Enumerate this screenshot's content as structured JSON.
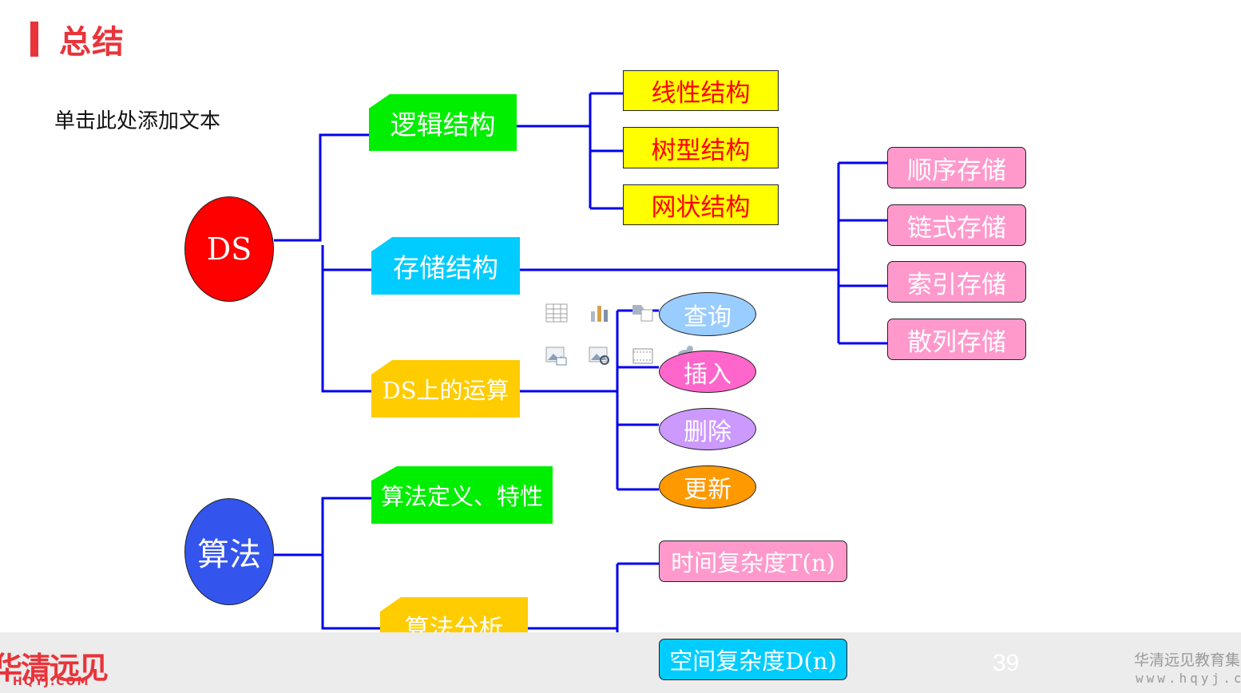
{
  "header": {
    "title": "总结"
  },
  "placeholder_text": "单击此处添加文本",
  "diagram": {
    "ds": {
      "label": "DS"
    },
    "logic": {
      "label": "逻辑结构",
      "children": [
        "线性结构",
        "树型结构",
        "网状结构"
      ]
    },
    "storage": {
      "label": "存储结构",
      "children": [
        "顺序存储",
        "链式存储",
        "索引存储",
        "散列存储"
      ]
    },
    "ops": {
      "label": "DS上的运算",
      "children": [
        "查询",
        "插入",
        "删除",
        "更新"
      ]
    },
    "algo": {
      "label": "算法"
    },
    "algo_def": {
      "label": "算法定义、特性"
    },
    "algo_analysis": {
      "label": "算法分析",
      "children": [
        "时间复杂度T(n)",
        "空间复杂度D(n)"
      ]
    }
  },
  "colors": {
    "connector": "#0000ee",
    "ds_fill": "#ff0000",
    "algo_fill": "#3355ee",
    "green": "#00ee00",
    "cyan": "#00ccff",
    "gold": "#ffcc00",
    "yellow": "#ffff00",
    "pink": "#ff99cc",
    "query": "#99ccff",
    "insert": "#ff66cc",
    "delete": "#cc99ff",
    "update": "#ff9900"
  },
  "placeholder_icons": [
    "table-icon",
    "chart-icon",
    "smartart-icon",
    "picture-icon",
    "online-picture-icon",
    "video-icon",
    "icon-insert-icon"
  ],
  "footer": {
    "logo": "华清远见",
    "logo_sub": "HQYJ.COM",
    "page_number": "39",
    "company": "华清远见教育集",
    "website": "www.hqyj.c"
  }
}
